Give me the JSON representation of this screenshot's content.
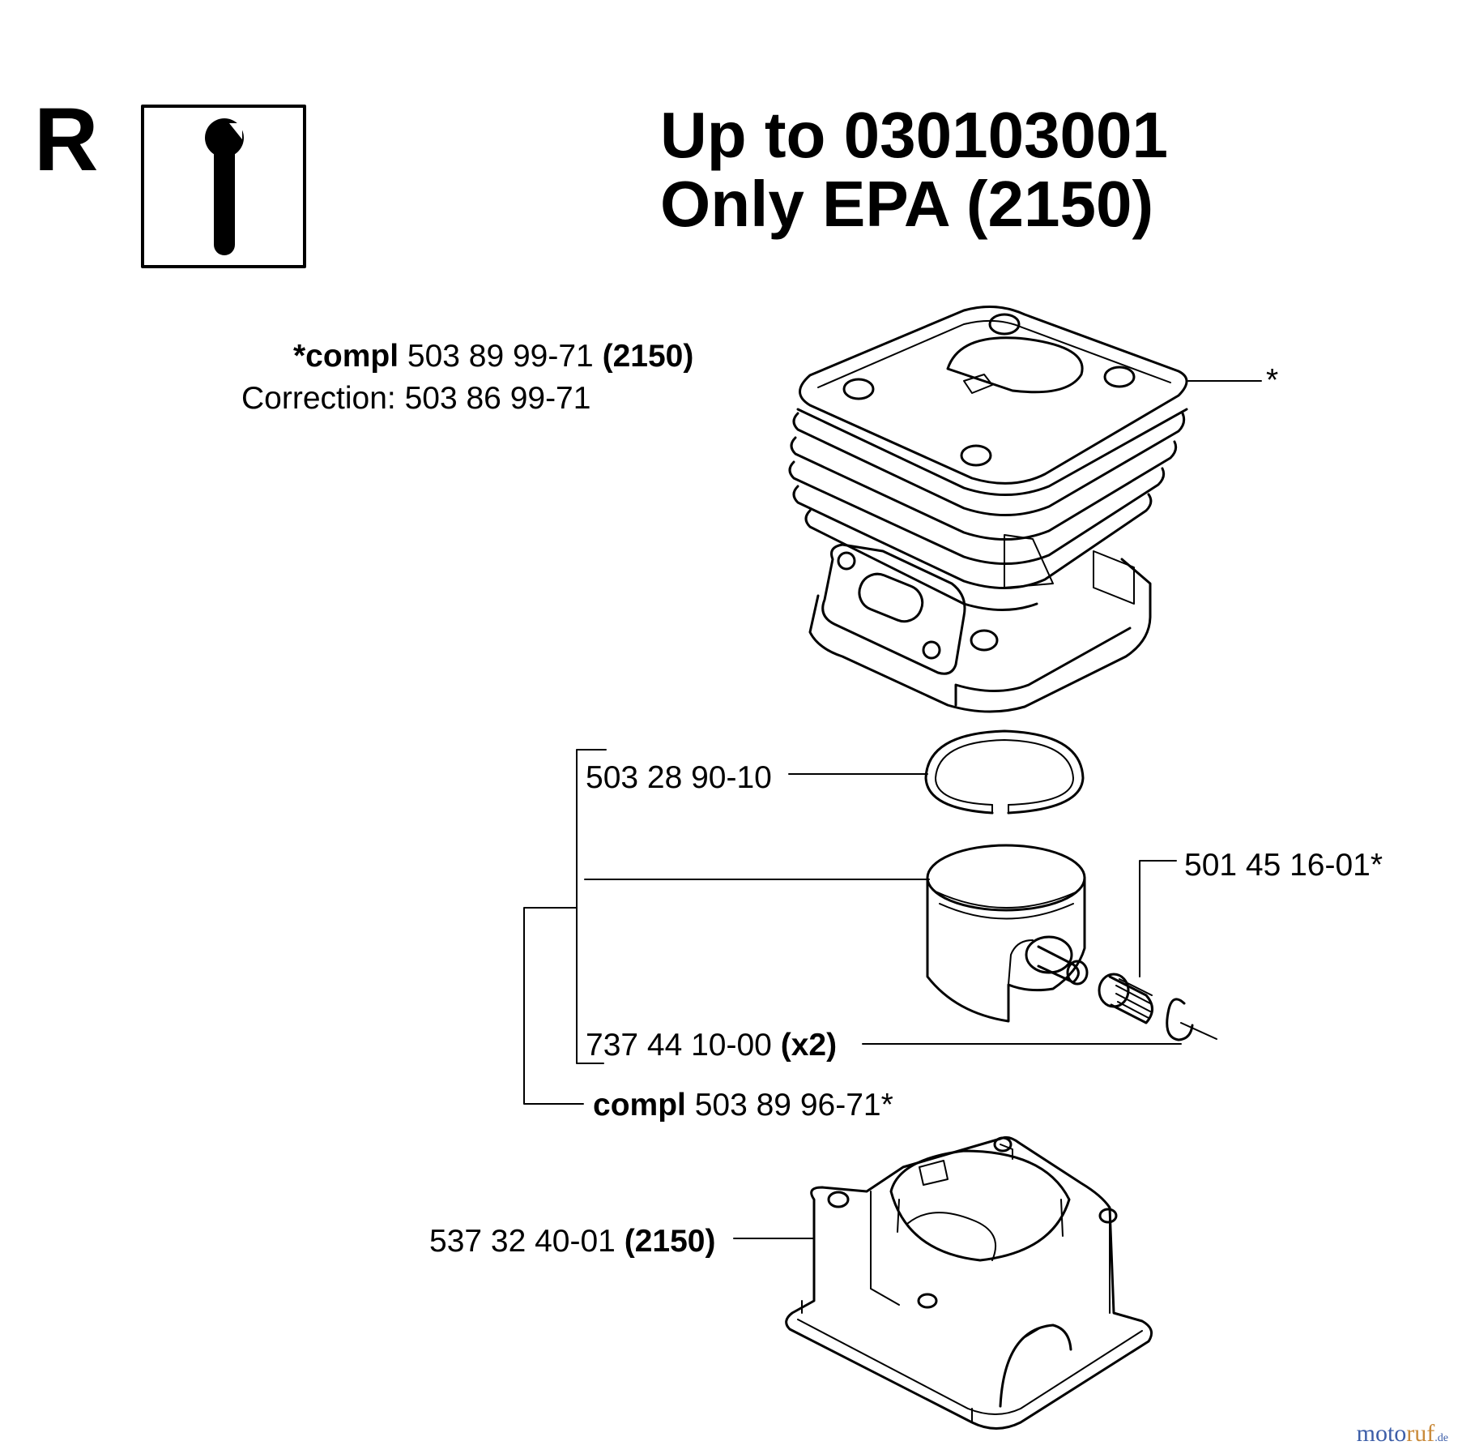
{
  "header": {
    "section_letter": "R",
    "info_icon": "wrench-info-icon",
    "title_line1": "Up to 030103001",
    "title_line2": "Only EPA (2150)"
  },
  "cylinder": {
    "compl_prefix": "*compl",
    "part_number": "503 89 99-71",
    "model": "(2150)",
    "correction": "Correction: 503 86 99-71",
    "marker": "*"
  },
  "piston_kit": {
    "ring": "503 28 90-10",
    "pin_bearing": "501 45 16-01*",
    "circlip_number": "737 44 10-00",
    "circlip_qty": "(x2)",
    "compl_prefix": "compl",
    "compl_number": "503 89 96-71*"
  },
  "crankcase": {
    "part_number": "537 32 40-01",
    "model": "(2150)"
  },
  "watermark": {
    "part1": "moto",
    "part2": "ruf",
    "suffix": ".de"
  },
  "colors": {
    "ink": "#000000",
    "background": "#ffffff",
    "watermark_blue": "#3d5ea8",
    "watermark_orange": "#c98a3a"
  }
}
